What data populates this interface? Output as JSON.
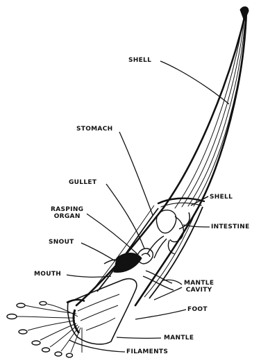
{
  "labels": {
    "shell_top": "SHELL",
    "stomach": "STOMACH",
    "gullet": "GULLET",
    "shell_right": "SHELL",
    "rasping_organ_line1": "RASPING",
    "rasping_organ_line2": "ORGAN",
    "intestine": "INTESTINE",
    "snout": "SNOUT",
    "mouth": "MOUTH",
    "mantle_cavity_line1": "MANTLE",
    "mantle_cavity_line2": "CAVITY",
    "foot": "FOOT",
    "mantle": "MANTLE",
    "filaments": "FILAMENTS"
  }
}
